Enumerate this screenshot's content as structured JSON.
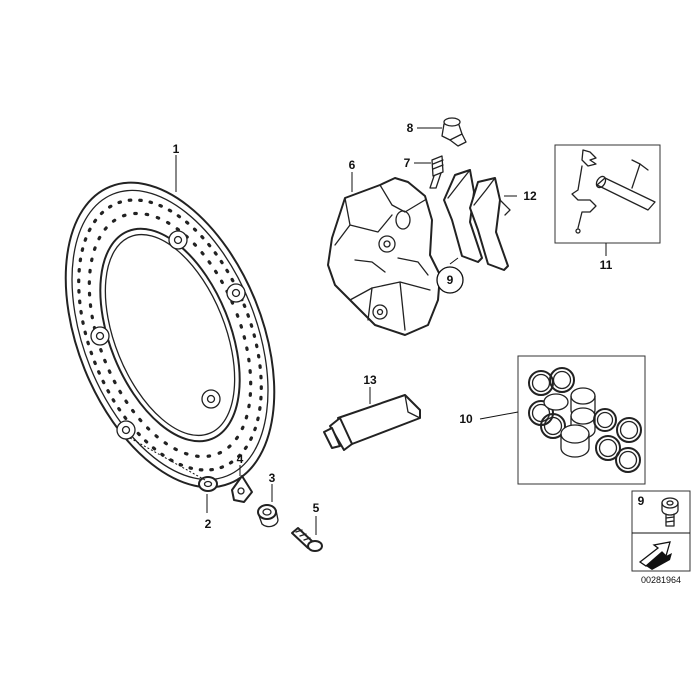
{
  "callouts": {
    "c1": "1",
    "c2": "2",
    "c3": "3",
    "c4": "4",
    "c5": "5",
    "c6": "6",
    "c7": "7",
    "c8": "8",
    "c9": "9",
    "c10": "10",
    "c11": "11",
    "c12": "12",
    "c13": "13"
  },
  "legend": {
    "part_number": "9"
  },
  "reference_number": "00281964"
}
